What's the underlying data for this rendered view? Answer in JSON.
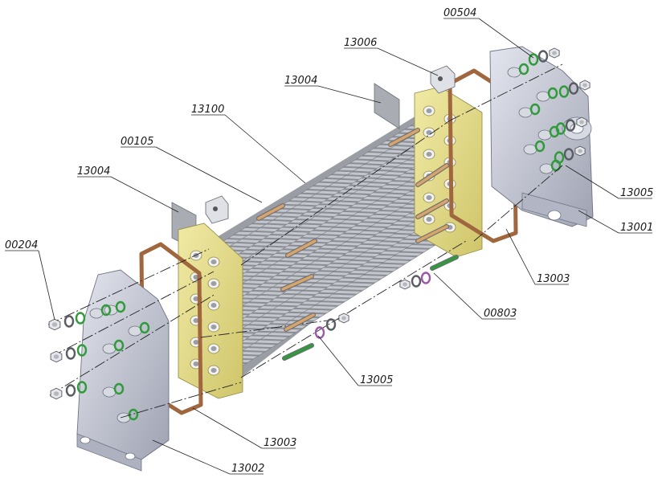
{
  "diagram": {
    "callouts": {
      "c00504": "00504",
      "c13006": "13006",
      "c13004_top": "13004",
      "c13100": "13100",
      "c00105": "00105",
      "c13004_left": "13004",
      "c00204": "00204",
      "c13005_right": "13005",
      "c13001": "13001",
      "c13003_right": "13003",
      "c00803": "00803",
      "c13005_bottom": "13005",
      "c13003_bottom": "13003",
      "c13002": "13002"
    },
    "colors": {
      "tube": "#b9bcc2",
      "tube_dark": "#7d8087",
      "tube_sheet": "#e7df8a",
      "gasket": "#a0673f",
      "housing": "#c7cad6",
      "o_ring": "#2f9b3a",
      "washer_purple": "#9b5aa6",
      "rod_orange": "#d9a46a"
    }
  }
}
